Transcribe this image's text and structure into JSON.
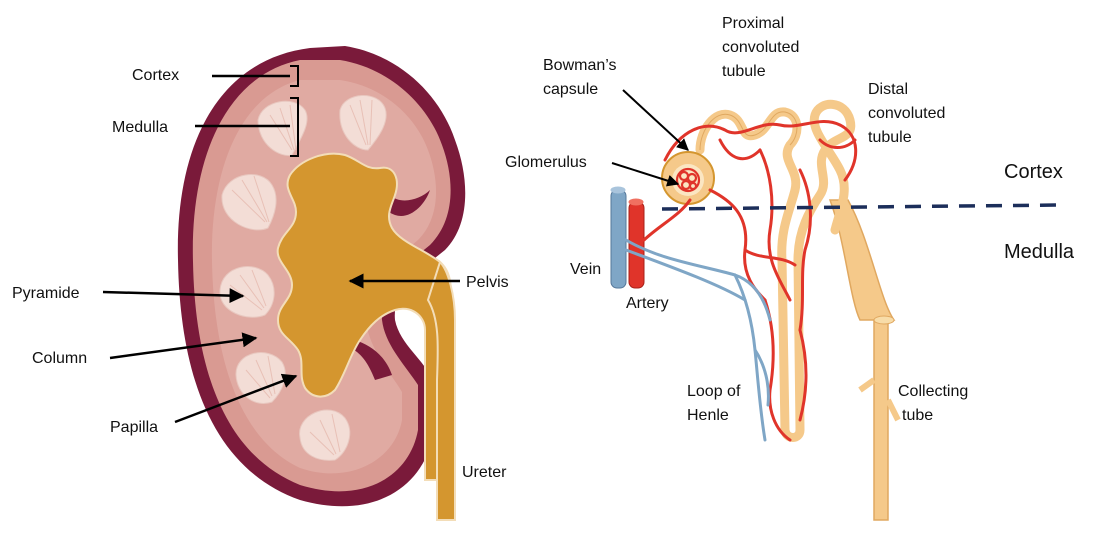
{
  "kidney": {
    "labels": {
      "cortex": "Cortex",
      "medulla": "Medulla",
      "pyramide": "Pyramide",
      "column": "Column",
      "papilla": "Papilla",
      "pelvis": "Pelvis",
      "ureter": "Ureter"
    }
  },
  "nephron": {
    "labels": {
      "proximal": [
        "Proximal",
        "convoluted",
        "tubule"
      ],
      "bowman": [
        "Bowman’s",
        "capsule"
      ],
      "distal": [
        "Distal",
        "convoluted",
        "tubule"
      ],
      "glomerulus": "Glomerulus",
      "cortex": "Cortex",
      "medulla": "Medulla",
      "vein": "Vein",
      "artery": "Artery",
      "loop": [
        "Loop of",
        "Henle"
      ],
      "collecting": [
        "Collecting",
        "tube"
      ]
    }
  },
  "colors": {
    "kidney_outer": "#7a1a3a",
    "kidney_cortex": "#d99a92",
    "pyramid": "#f3ddd6",
    "pelvis": "#d4962f",
    "tubule": "#f5c98a",
    "artery": "#e0342a",
    "vein": "#7fa6c6",
    "dash_line": "#1c2e5a"
  }
}
